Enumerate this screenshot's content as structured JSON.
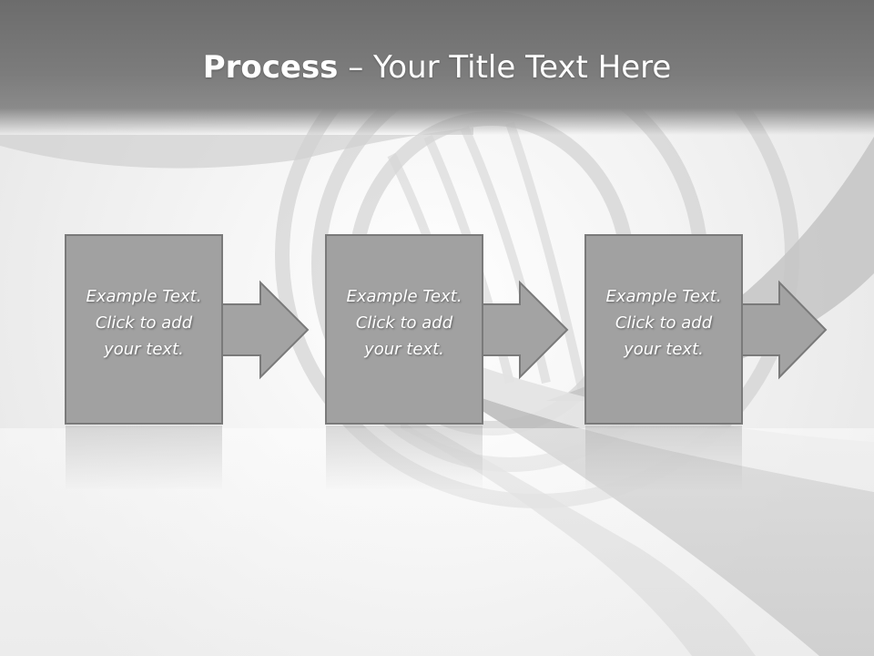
{
  "title": {
    "bold": "Process",
    "rest": " – Your Title Text Here"
  },
  "steps": [
    {
      "lines": [
        "Example Text.",
        "Click  to add",
        "your text."
      ]
    },
    {
      "lines": [
        "Example Text.",
        "Click  to add",
        "your text."
      ]
    },
    {
      "lines": [
        "Example Text.",
        "Click  to add",
        "your text."
      ]
    }
  ],
  "colors": {
    "box_fill": "#a1a1a1",
    "box_stroke": "#7a7a7a",
    "title_band": "#6c6c6c",
    "title_text": "#ffffff"
  }
}
